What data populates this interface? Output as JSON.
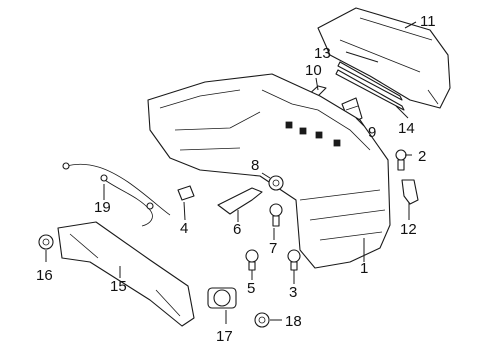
{
  "callouts": {
    "n1": "1",
    "n2": "2",
    "n3": "3",
    "n4": "4",
    "n5": "5",
    "n6": "6",
    "n7": "7",
    "n8": "8",
    "n9": "9",
    "n10": "10",
    "n11": "11",
    "n12": "12",
    "n13": "13",
    "n14": "14",
    "n15": "15",
    "n16": "16",
    "n17": "17",
    "n18": "18",
    "n19": "19"
  }
}
